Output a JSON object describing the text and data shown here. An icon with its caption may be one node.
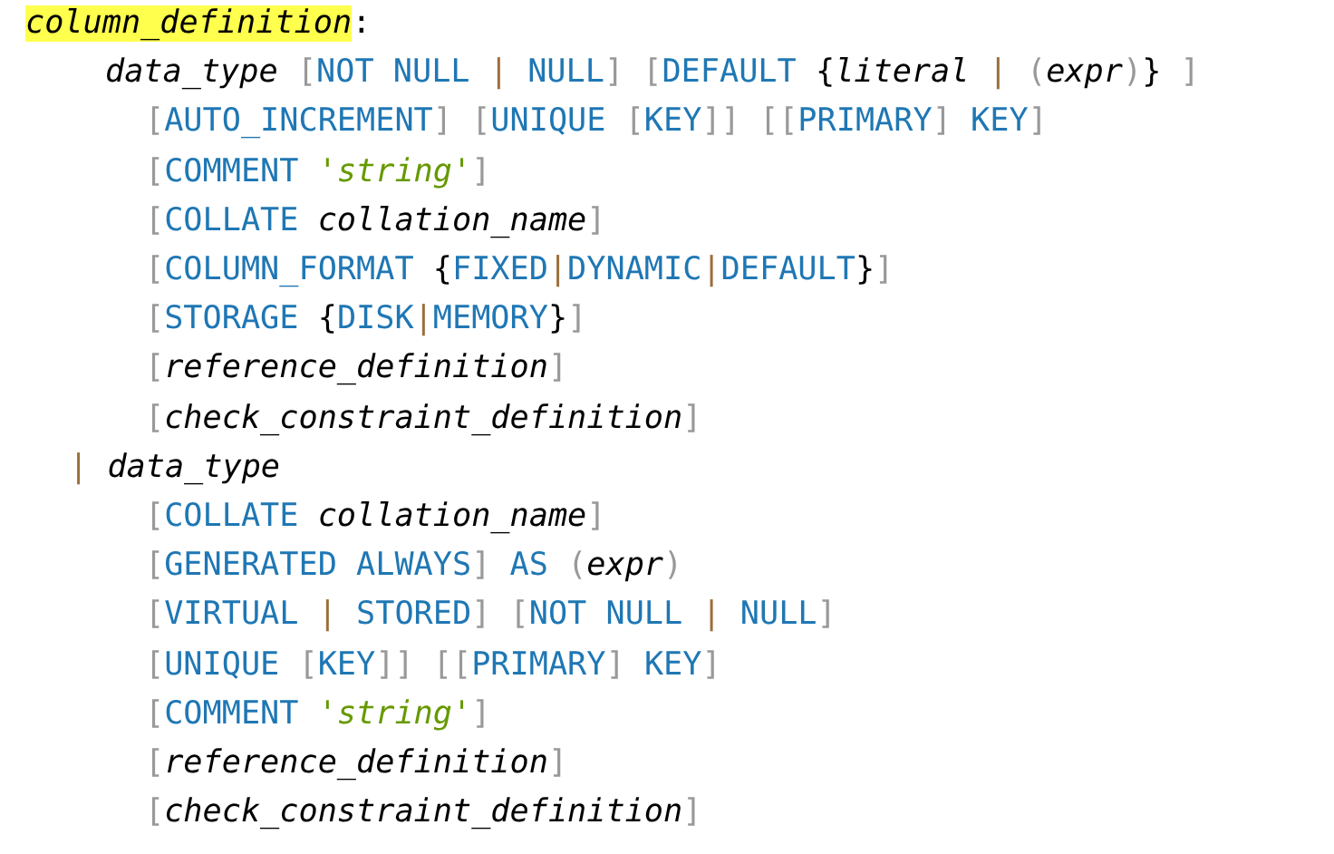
{
  "diagram": {
    "labels": [
      "*column_definition*:",
      "*data_type* [NOT NULL | NULL] [DEFAULT {*literal* | (*expr*)} ]",
      "[AUTO_INCREMENT] [UNIQUE [KEY]] [[PRIMARY] KEY]",
      "[COMMENT '*string*']",
      "[COLLATE *collation_name*]",
      "[COLUMN_FORMAT {FIXED|DYNAMIC|DEFAULT}]",
      "[STORAGE {DISK|MEMORY}]",
      "[*reference_definition*]",
      "[*check_constraint_definition*]",
      "| *data_type*",
      "[COLLATE *collation_name*]",
      "[GENERATED ALWAYS] AS (*expr*)",
      "[VIRTUAL | STORED] [NOT NULL | NULL]",
      "[UNIQUE [KEY]] [[PRIMARY] KEY]",
      "[COMMENT '*string*']",
      "[*reference_definition*]",
      "[*check_constraint_definition*]"
    ]
  }
}
